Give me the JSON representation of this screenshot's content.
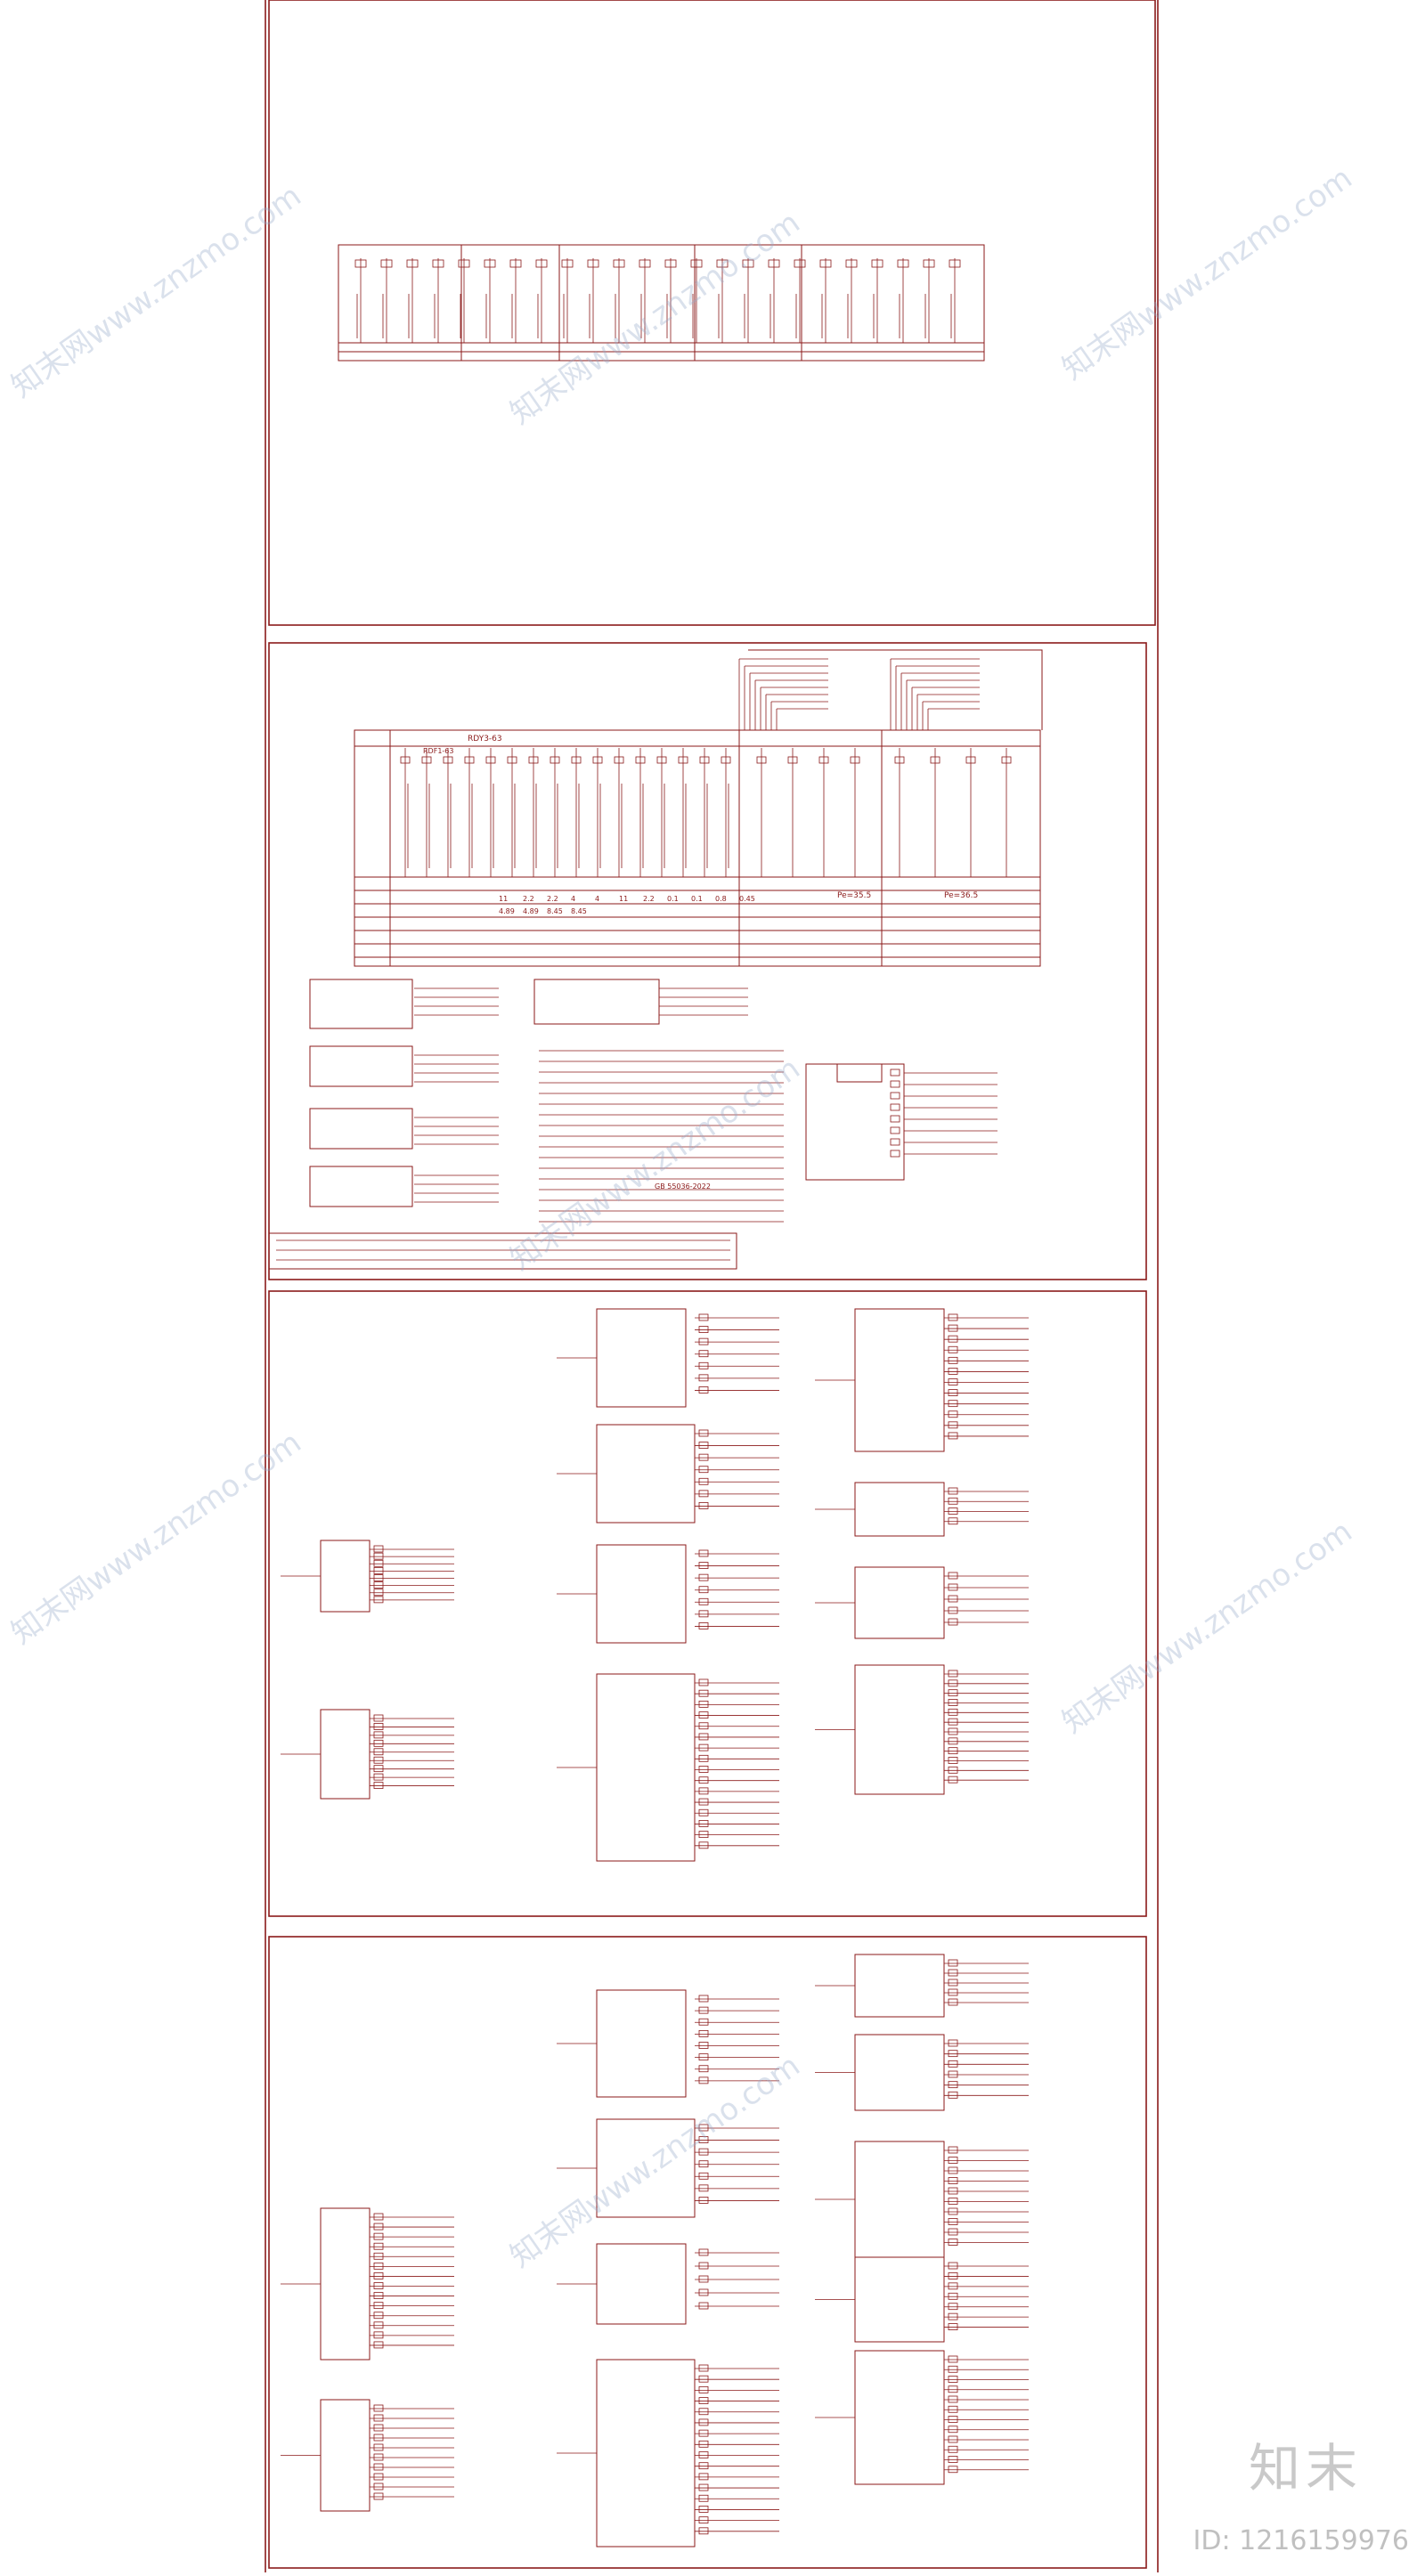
{
  "watermark": {
    "brand_cn": "知末",
    "id_text": "ID: 1216159976",
    "site_text": "知末网www.znzmo.com"
  },
  "colors": {
    "line": "#8b1a1a",
    "background": "#ffffff",
    "watermark": "#c9c9c9"
  },
  "sheet2": {
    "breaker_rating_label": "RDY3-63",
    "cb_label": "RDF1-63",
    "row_values_a": [
      "11",
      "2.2",
      "2.2",
      "4",
      "4",
      "11",
      "2.2",
      "0.1",
      "0.1",
      "0.8",
      "0.45"
    ],
    "row_values_b": [
      "4.89",
      "4.89",
      "8.45",
      "8.45"
    ],
    "kw_total_1": "Pe=35.5",
    "kw_total_2": "Pe=36.5",
    "notes_std": "GB 55036-2022"
  }
}
